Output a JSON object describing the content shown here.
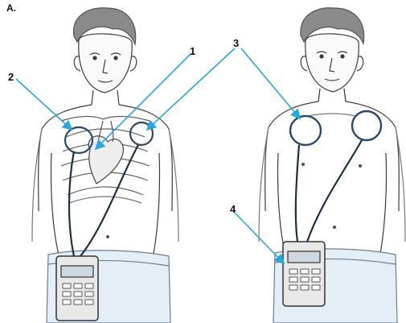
{
  "figure": {
    "panel_label": "A.",
    "callouts": [
      {
        "id": "callout-1",
        "label": "1"
      },
      {
        "id": "callout-2",
        "label": "2"
      },
      {
        "id": "callout-3",
        "label": "3"
      },
      {
        "id": "callout-4",
        "label": "4"
      }
    ],
    "colors": {
      "line_art": "#3a3a3a",
      "hair": "#8a8a8a",
      "skin_shade": "#f4f4f4",
      "callout_arrow": "#2aa6d8",
      "device_body": "#e8e8e8",
      "jeans": "#e4eef6"
    }
  }
}
